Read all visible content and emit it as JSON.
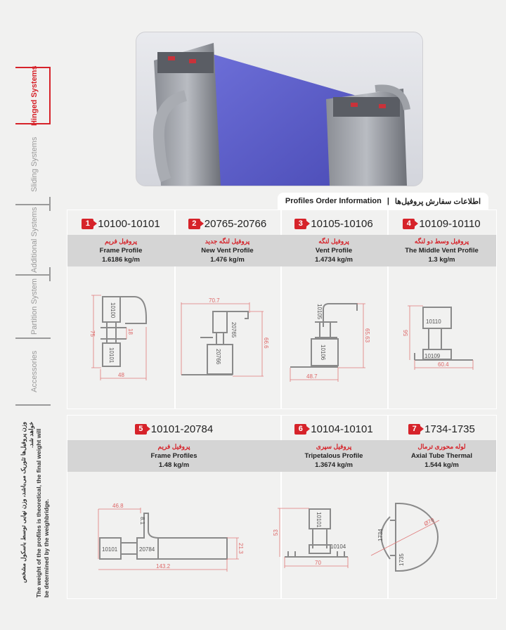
{
  "sidebar": {
    "tabs": [
      {
        "label": "Hinged Systems",
        "active": true
      },
      {
        "label": "Sliding Systems",
        "active": false
      },
      {
        "label": "Additional Systems",
        "active": false
      },
      {
        "label": "Partition System",
        "active": false
      },
      {
        "label": "Accessories",
        "active": false
      }
    ]
  },
  "footnote": {
    "fa": "وزن پروفیل‌ها تئوریک می‌باشد، وزن نهایی توسط باسکول مشخص خواهد شد.",
    "en": "The weight of the profiles is theoretical, the final weight will be determined by the weighbridge."
  },
  "header": {
    "en": "Profiles Order Information",
    "separator": "|",
    "fa": "اطلاعات سفارش پروفیل‌ها"
  },
  "colors": {
    "accent": "#d6232a",
    "band": "#d5d5d5",
    "dimension": "#e07a7a"
  },
  "profiles": [
    {
      "num": "1",
      "code": "10100-10101",
      "fa": "پروفیل فریم",
      "en": "Frame Profile",
      "weight": "1.6186 kg/m",
      "labels": [
        "10100",
        "10101"
      ],
      "dims": [
        "75",
        "18",
        "48"
      ]
    },
    {
      "num": "2",
      "code": "20765-20766",
      "fa": "پروفیل لنگه جدید",
      "en": "New Vent Profile",
      "weight": "1.476 kg/m",
      "labels": [
        "20765",
        "20766"
      ],
      "dims": [
        "70.7",
        "66.6"
      ]
    },
    {
      "num": "3",
      "code": "10105-10106",
      "fa": "پروفیل لنگه",
      "en": "Vent Profile",
      "weight": "1.4734 kg/m",
      "labels": [
        "10105",
        "10106"
      ],
      "dims": [
        "65.63",
        "48.7"
      ]
    },
    {
      "num": "4",
      "code": "10109-10110",
      "fa": "پروفیل وسط دو لنگه",
      "en": "The Middle Vent Profile",
      "weight": "1.3 kg/m",
      "labels": [
        "10110",
        "10109"
      ],
      "dims": [
        "56",
        "60.4"
      ]
    },
    {
      "num": "5",
      "code": "10101-20784",
      "fa": "پروفیل فریم",
      "en": "Frame Profiles",
      "weight": "1.48 kg/m",
      "labels": [
        "10101",
        "20784"
      ],
      "dims": [
        "46.8",
        "21.3",
        "143.2",
        "8.1"
      ]
    },
    {
      "num": "6",
      "code": "10104-10101",
      "fa": "پروفیل سپری",
      "en": "Tripetalous Profile",
      "weight": "1.3674 kg/m",
      "labels": [
        "10101",
        "10104"
      ],
      "dims": [
        "53",
        "70"
      ]
    },
    {
      "num": "7",
      "code": "1734-1735",
      "fa": "لوله محوری ترمال",
      "en": "Axial Tube Thermal",
      "weight": "1.544 kg/m",
      "labels": [
        "1734",
        "1735"
      ],
      "dims": [
        "Ø70"
      ]
    }
  ]
}
